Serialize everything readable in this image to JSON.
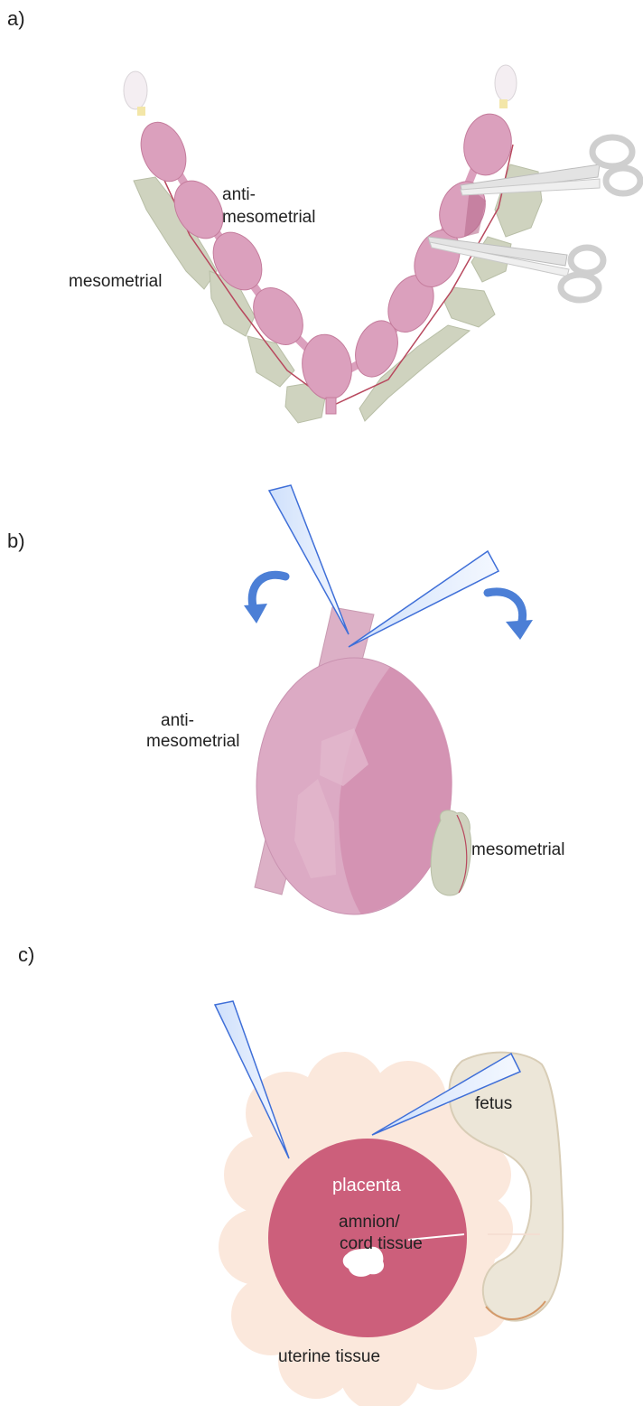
{
  "panels": {
    "a": {
      "label": "a)",
      "anti_line1": "anti-",
      "anti_line2": "mesometrial",
      "meso": "mesometrial"
    },
    "b": {
      "label": "b)",
      "anti_line1": "anti-",
      "anti_line2": "mesometrial",
      "meso": "mesometrial"
    },
    "c": {
      "label": "c)",
      "placenta": "placenta",
      "amnion_line1": "amnion/",
      "amnion_line2": "cord tissue",
      "fetus": "fetus",
      "uterine": "uterine tissue"
    }
  },
  "colors": {
    "implantation_pink": "#dba0bd",
    "uterine_pink": "#d99bb6",
    "mesometrial_green": "#cfd3bf",
    "placenta": "#cc5f7b",
    "uterine_tissue": "#fbe8dc",
    "fetus": "#ece6d8",
    "pipette_blue": "#3f6fd8",
    "arrow_blue": "#4c7fd6"
  },
  "icons": [
    "scissors-icon",
    "pipette-icon",
    "curved-arrow-icon"
  ]
}
